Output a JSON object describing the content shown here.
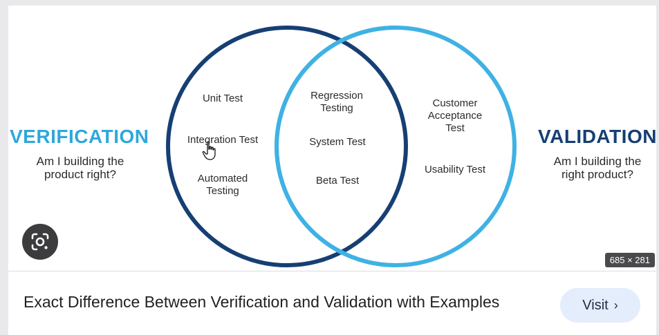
{
  "image": {
    "left_title": "VERIFICATION",
    "left_subtitle": "Am I building the product right?",
    "right_title": "VALIDATION",
    "right_subtitle": "Am I building the right product?",
    "left_items": [
      "Unit Test",
      "Integration Test",
      "Automated Testing"
    ],
    "middle_items": [
      "Regression Testing",
      "System Test",
      "Beta Test"
    ],
    "right_items": [
      "Customer Acceptance Test",
      "Usability Test"
    ],
    "dimensions": "685 × 281",
    "colors": {
      "verification_circle": "#163f73",
      "validation_circle": "#3fb2e3",
      "verification_heading": "#2ea8dc",
      "validation_heading": "#163f73"
    }
  },
  "result": {
    "title": "Exact Difference Between Verification and Validation with Examples",
    "visit_label": "Visit",
    "visit_icon": "chevron-right-icon"
  },
  "icons": {
    "lens": "google-lens-icon",
    "cursor": "hand-cursor-icon"
  }
}
